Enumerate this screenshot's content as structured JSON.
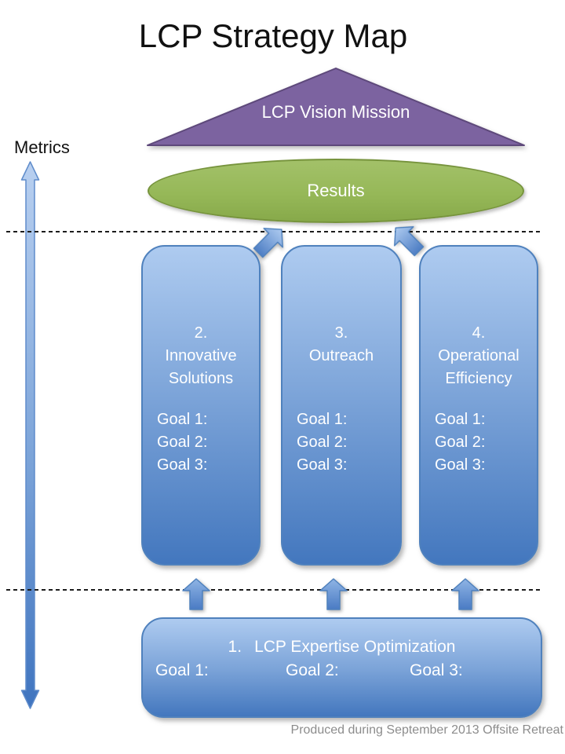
{
  "title": "LCP Strategy Map",
  "metrics": {
    "label": "Metrics"
  },
  "vision": {
    "label": "LCP Vision Mission"
  },
  "results": {
    "label": "Results"
  },
  "columns": [
    {
      "number": "2.",
      "title_lines": [
        "Innovative",
        "Solutions"
      ],
      "goals": [
        "Goal 1:",
        "Goal 2:",
        "Goal 3:"
      ]
    },
    {
      "number": "3.",
      "title_lines": [
        "Outreach"
      ],
      "goals": [
        "Goal 1:",
        "Goal 2:",
        "Goal 3:"
      ]
    },
    {
      "number": "4.",
      "title_lines": [
        "Operational",
        "Efficiency"
      ],
      "goals": [
        "Goal 1:",
        "Goal 2:",
        "Goal 3:"
      ]
    }
  ],
  "foundation": {
    "number": "1.",
    "title": "LCP Expertise Optimization",
    "goals": [
      "Goal 1:",
      "Goal 2:",
      "Goal 3:"
    ]
  },
  "footer": "Produced during September 2013 Offsite Retreat",
  "colors": {
    "title_text": "#111111",
    "purple_fill": "#7C63A0",
    "purple_border": "#5E497B",
    "green_fill": "#96B858",
    "green_border": "#76933C",
    "blue_border": "#4F81BD",
    "blue_light": "#AECBF0",
    "blue_mid": "#7BA3D8",
    "blue_dark": "#4377BE",
    "arrow_light": "#B9D0F0",
    "arrow_dark": "#3F74BF",
    "dash": "#1C1C1C",
    "footer_text": "#8C8C8C"
  }
}
